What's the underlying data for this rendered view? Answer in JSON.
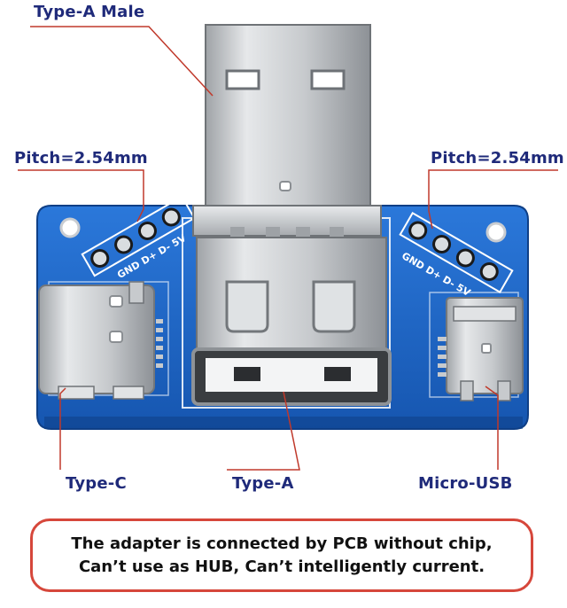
{
  "labels": {
    "type_a_male": "Type-A Male",
    "pitch_left": "Pitch=2.54mm",
    "pitch_right": "Pitch=2.54mm",
    "type_c": "Type-C",
    "type_a": "Type-A",
    "micro_usb": "Micro-USB"
  },
  "notice": {
    "line1": "The adapter is connected by PCB without chip,",
    "line2": "Can’t use as HUB, Can’t intelligently current."
  },
  "pcb_silkscreen": {
    "left_header": "GND D+ D- 5V",
    "right_header": "GND D+ D- 5V"
  },
  "colors": {
    "pcb_blue": "#1f66c8",
    "label_navy": "#1f2a7a",
    "leader_line": "#c0392b",
    "notice_border": "#d6473b",
    "metal": "#c9cccf"
  }
}
